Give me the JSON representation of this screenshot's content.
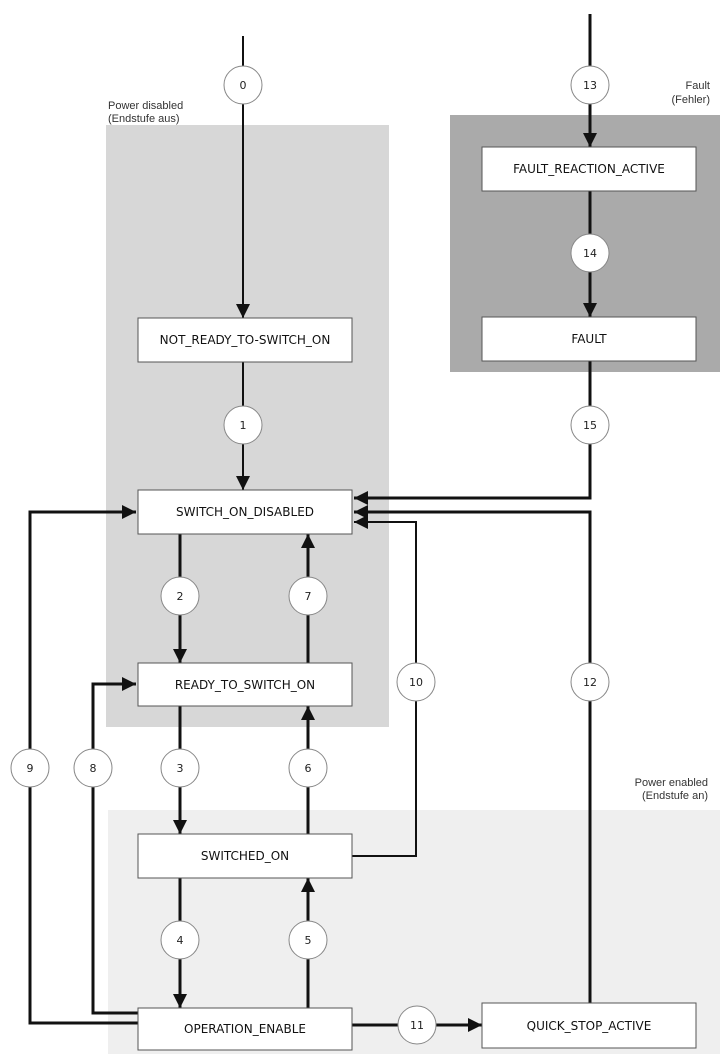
{
  "colors": {
    "power_disabled_bg": "#d7d7d7",
    "power_enabled_bg": "#efefef",
    "fault_bg": "#aaaaaa",
    "state_fill": "#ffffff",
    "line": "#111111"
  },
  "regions": {
    "power_disabled": {
      "line1": "Power disabled",
      "line2": "(Endstufe aus)"
    },
    "power_enabled": {
      "line1": "Power enabled",
      "line2": "(Endstufe an)"
    },
    "fault": {
      "line1": "Fault",
      "line2": "(Fehler)"
    }
  },
  "states": {
    "not_ready": "NOT_READY_TO-SWITCH_ON",
    "switch_on_disabled": "SWITCH_ON_DISABLED",
    "ready_to_switch_on": "READY_TO_SWITCH_ON",
    "switched_on": "SWITCHED_ON",
    "operation_enable": "OPERATION_ENABLE",
    "quick_stop_active": "QUICK_STOP_ACTIVE",
    "fault_reaction_active": "FAULT_REACTION_ACTIVE",
    "fault": "FAULT"
  },
  "transitions": {
    "t0": "0",
    "t1": "1",
    "t2": "2",
    "t3": "3",
    "t4": "4",
    "t5": "5",
    "t6": "6",
    "t7": "7",
    "t8": "8",
    "t9": "9",
    "t10": "10",
    "t11": "11",
    "t12": "12",
    "t13": "13",
    "t14": "14",
    "t15": "15"
  }
}
